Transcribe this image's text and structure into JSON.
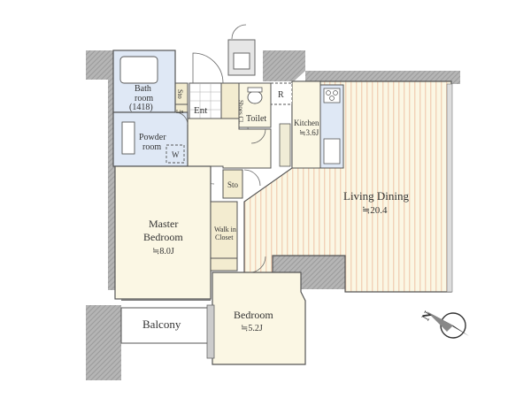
{
  "rooms": {
    "bathroom": {
      "name": "Bath",
      "name2": "room",
      "size": "(1418)"
    },
    "powder_room": {
      "name": "Powder",
      "name2": "room",
      "washer": "W"
    },
    "entrance": {
      "name": "Ent"
    },
    "storage_top": {
      "name": "Sto"
    },
    "shoes_closet": {
      "name": "Shoes Cl."
    },
    "toilet": {
      "name": "Toilet"
    },
    "refrigerator": {
      "name": "R"
    },
    "kitchen": {
      "name": "Kitchen",
      "size": "≒3.6J"
    },
    "living_dining": {
      "name": "Living Dining",
      "size": "≒20.4"
    },
    "storage_mid": {
      "name": "Sto"
    },
    "master_bedroom": {
      "name": "Master",
      "name2": "Bedroom",
      "size": "≒8.0J"
    },
    "walk_in_closet": {
      "name": "Walk in",
      "name2": "Closet"
    },
    "bedroom": {
      "name": "Bedroom",
      "size": "≒5.2J"
    },
    "balcony": {
      "name": "Balcony"
    },
    "linen": {
      "name": "Lin"
    }
  },
  "compass": {
    "label": "N"
  },
  "colors": {
    "floor": "#fbf7e4",
    "wall": "#a6a6a6",
    "wet": "#dfe8f5",
    "living_stripe": "#f2d2b8"
  }
}
